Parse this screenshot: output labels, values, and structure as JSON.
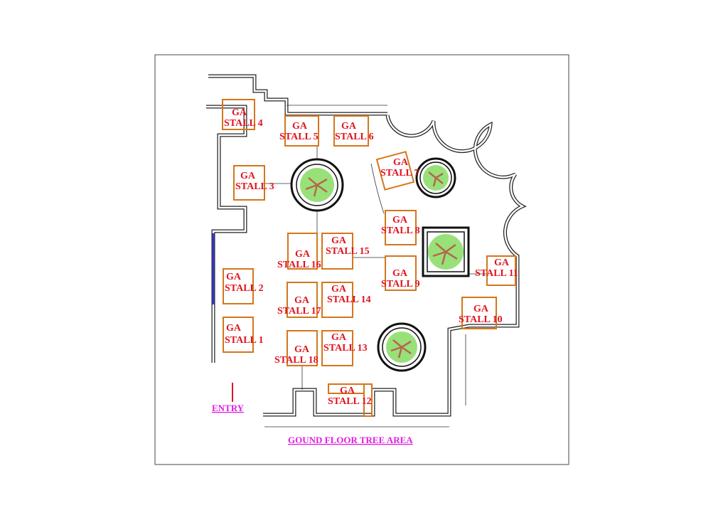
{
  "title": "GOUND FLOOR TREE AREA",
  "entry_label": "ENTRY",
  "stalls": [
    {
      "l1": "GA",
      "l2": "STALL 1"
    },
    {
      "l1": "GA",
      "l2": "STALL 2"
    },
    {
      "l1": "GA",
      "l2": "STALL 3"
    },
    {
      "l1": "GA",
      "l2": "STALL 4"
    },
    {
      "l1": "GA",
      "l2": "STALL 5"
    },
    {
      "l1": "GA",
      "l2": "STALL 6"
    },
    {
      "l1": "GA",
      "l2": "STALL 7"
    },
    {
      "l1": "GA",
      "l2": "STALL 8"
    },
    {
      "l1": "GA",
      "l2": "STALL 9"
    },
    {
      "l1": "GA",
      "l2": "STALL 10"
    },
    {
      "l1": "GA",
      "l2": "STALL 11"
    },
    {
      "l1": "GA",
      "l2": "STALL 12"
    },
    {
      "l1": "GA",
      "l2": "STALL 13"
    },
    {
      "l1": "GA",
      "l2": "STALL 14"
    },
    {
      "l1": "GA",
      "l2": "STALL 15"
    },
    {
      "l1": "GA",
      "l2": "STALL 16"
    },
    {
      "l1": "GA",
      "l2": "STALL 17"
    },
    {
      "l1": "GA",
      "l2": "STALL 18"
    }
  ],
  "colors": {
    "stall_border": "#d4761a",
    "stall_text": "#e0141e",
    "caption": "#e01ee0",
    "entry_marker": "#e0141e",
    "glazing": "#3a3acc"
  }
}
